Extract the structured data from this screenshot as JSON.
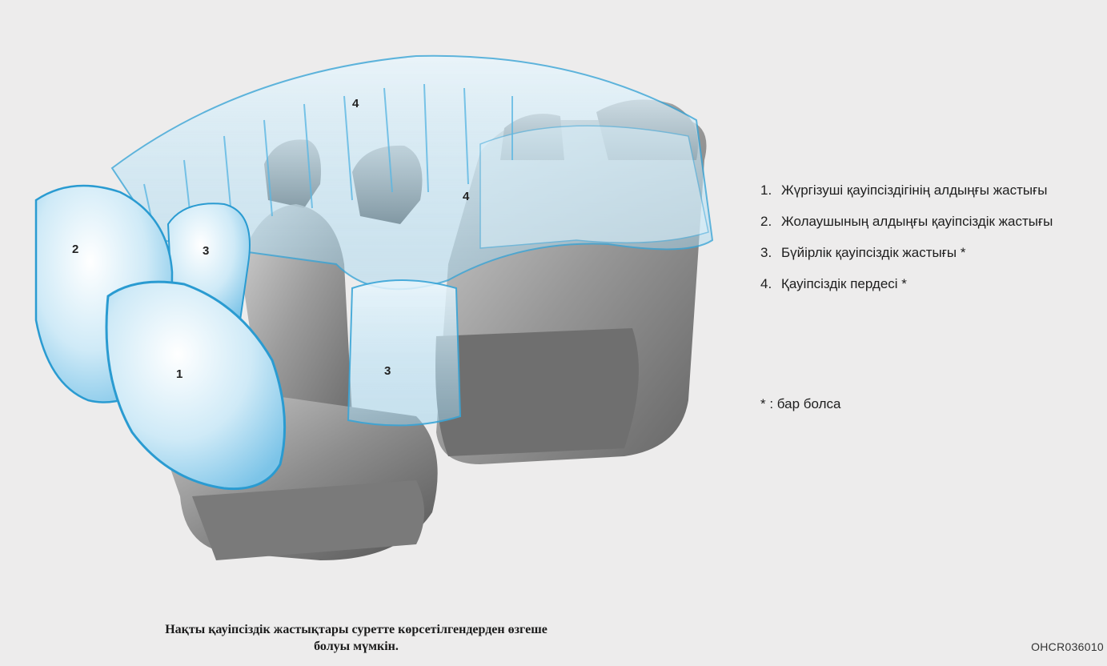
{
  "figure": {
    "labels": {
      "driver_front": "1",
      "passenger_front": "2",
      "side_left": "3",
      "side_center": "3",
      "curtain_top": "4",
      "curtain_rear": "4"
    }
  },
  "legend": {
    "items": [
      {
        "num": "1.",
        "text": "Жүргізуші қауіпсіздігінің алдыңғы жастығы"
      },
      {
        "num": "2.",
        "text": "Жолаушының алдыңғы қауіпсіздік жастығы"
      },
      {
        "num": "3.",
        "text": "Бүйірлік қауіпсіздік жастығы *"
      },
      {
        "num": "4.",
        "text": "Қауіпсіздік пердесі *"
      }
    ],
    "footnote": "* : бар болса"
  },
  "caption": {
    "line1": "Нақты қауіпсіздік жастықтары суретте көрсетілгендерден өзгеше",
    "line2": "болуы мүмкін."
  },
  "figure_code": "OHCR036010",
  "colors": {
    "background": "#edecec",
    "airbag_fill": "#bfe3f4",
    "airbag_stroke": "#2a9bd1",
    "seat_fill": "#8a8a8a"
  }
}
